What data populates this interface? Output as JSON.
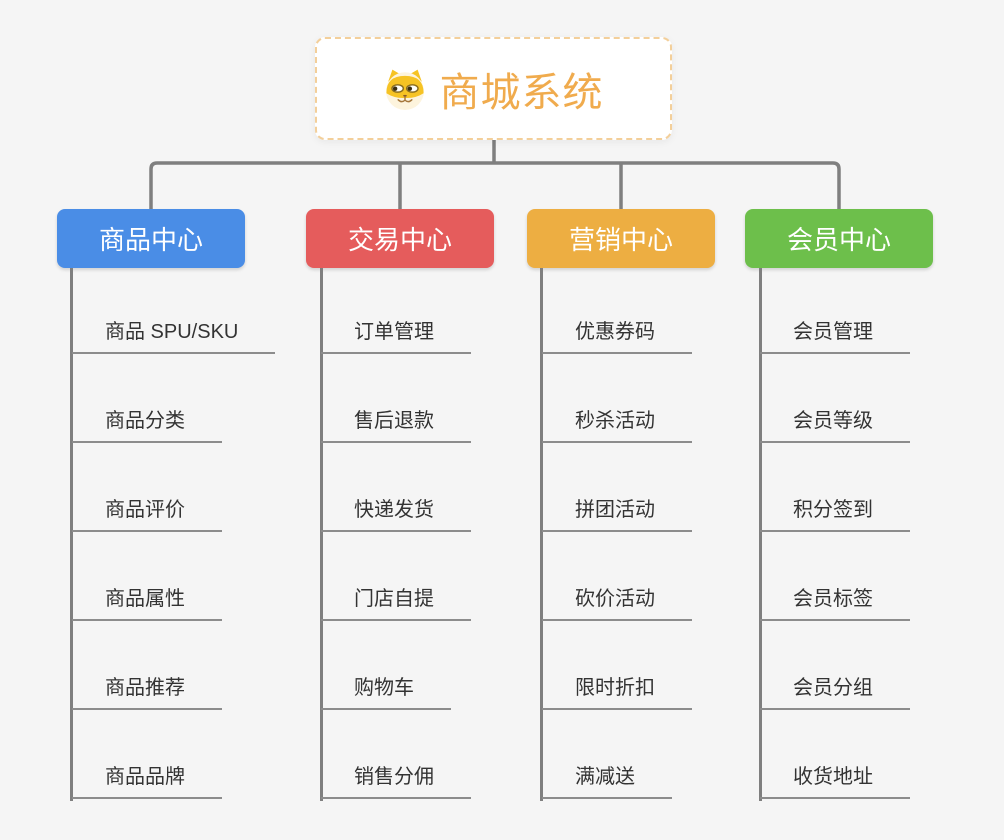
{
  "canvas": {
    "background_color": "#f5f5f5",
    "connector_color": "#7f7f7f",
    "underline_color": "#8c8c8c",
    "leaf_text_color": "#333333"
  },
  "root": {
    "title": "商城系统",
    "icon": "dog-face-icon",
    "accent_color": "#f0ab4d",
    "border_color": "#f3cf9a",
    "background_color": "#ffffff"
  },
  "branches": [
    {
      "label": "商品中心",
      "color": "#4a8de6",
      "items": [
        "商品 SPU/SKU",
        "商品分类",
        "商品评价",
        "商品属性",
        "商品推荐",
        "商品品牌"
      ]
    },
    {
      "label": "交易中心",
      "color": "#e55c5c",
      "items": [
        "订单管理",
        "售后退款",
        "快递发货",
        "门店自提",
        "购物车",
        "销售分佣"
      ]
    },
    {
      "label": "营销中心",
      "color": "#edae42",
      "items": [
        "优惠券码",
        "秒杀活动",
        "拼团活动",
        "砍价活动",
        "限时折扣",
        "满减送"
      ]
    },
    {
      "label": "会员中心",
      "color": "#6dbf4b",
      "items": [
        "会员管理",
        "会员等级",
        "积分签到",
        "会员标签",
        "会员分组",
        "收货地址"
      ]
    }
  ]
}
